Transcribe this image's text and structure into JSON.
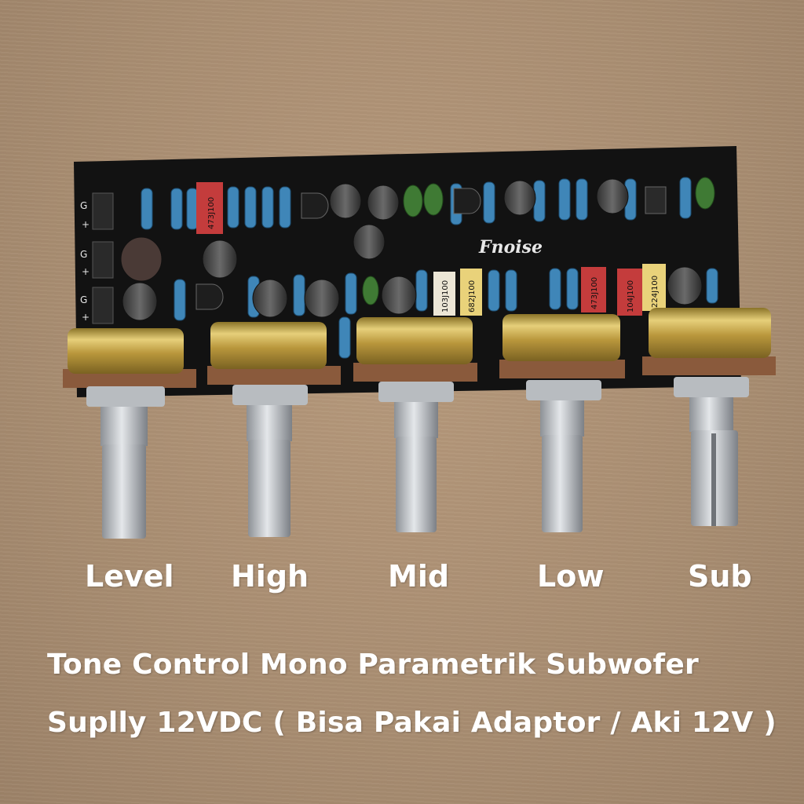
{
  "board": {
    "brand": "Fnoise",
    "component_markings": [
      "473J100",
      "473J100",
      "104J100",
      "224J100",
      "103J100",
      "682J100"
    ],
    "pin_labels": [
      "G",
      "+",
      "G",
      "+",
      "G",
      "+"
    ]
  },
  "knobs": [
    {
      "label": "Level"
    },
    {
      "label": "High"
    },
    {
      "label": "Mid"
    },
    {
      "label": "Low"
    },
    {
      "label": "Sub"
    }
  ],
  "caption": {
    "line1": "Tone Control Mono Parametrik Subwofer",
    "line2": "Suplly 12VDC ( Bisa Pakai Adaptor / Aki 12V )"
  },
  "colors": {
    "background": "#a88d71",
    "pcb": "#121212",
    "pot_gold": "#c9a84a",
    "caption_text": "#ffffff"
  }
}
